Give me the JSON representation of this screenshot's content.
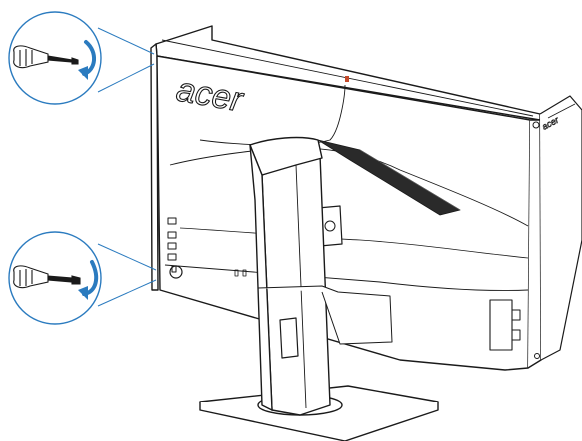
{
  "monitor": {
    "brand_logo": "acer",
    "side_logo": "acer"
  },
  "callouts": [
    {
      "position": "top-left",
      "tool": "screwdriver-icon",
      "action": "rotate-arrow-icon"
    },
    {
      "position": "bottom-left",
      "tool": "screwdriver-icon",
      "action": "rotate-arrow-icon"
    }
  ],
  "colors": {
    "outline": "#1a1a1a",
    "callout_circle": "#2b7bbf",
    "arrow": "#2b7bbf",
    "leader_line": "#2b7bbf"
  }
}
